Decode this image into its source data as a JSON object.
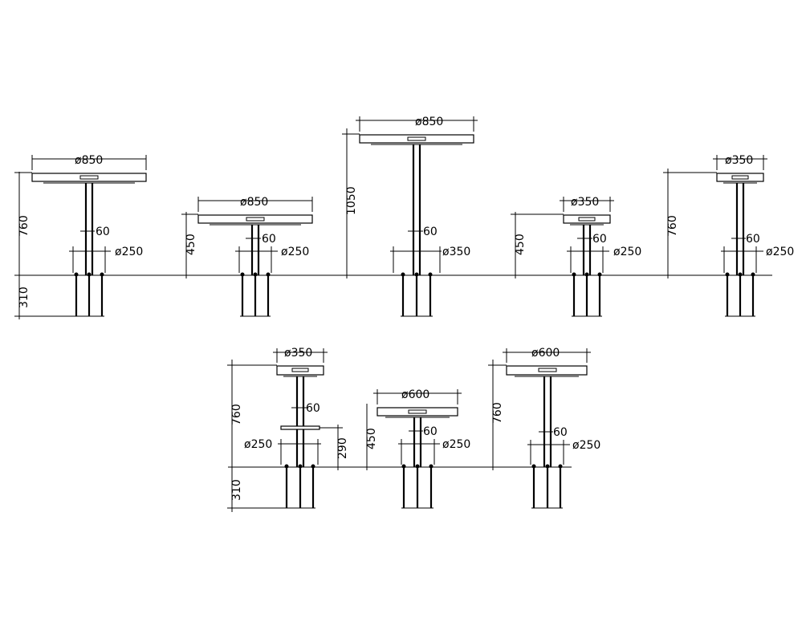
{
  "tables": [
    {
      "top_dim": "ø850",
      "height_dim": "760",
      "post_dim": "60",
      "base_dim": "ø250",
      "footing_dim": "310"
    },
    {
      "top_dim": "ø850",
      "height_dim": "450",
      "post_dim": "60",
      "base_dim": "ø250"
    },
    {
      "top_dim": "ø850",
      "height_dim": "1050",
      "post_dim": "60",
      "base_dim": "ø350"
    },
    {
      "top_dim": "ø350",
      "height_dim": "450",
      "post_dim": "60",
      "base_dim": "ø250"
    },
    {
      "top_dim": "ø350",
      "height_dim": "760",
      "post_dim": "60",
      "base_dim": "ø250"
    },
    {
      "top_dim": "ø350",
      "height_dim": "760",
      "post_dim": "60",
      "base_dim": "ø250",
      "footing_dim": "310",
      "footrest_dim": "290"
    },
    {
      "top_dim": "ø600",
      "height_dim": "450",
      "post_dim": "60",
      "base_dim": "ø250"
    },
    {
      "top_dim": "ø600",
      "height_dim": "760",
      "post_dim": "60",
      "base_dim": "ø250"
    }
  ]
}
